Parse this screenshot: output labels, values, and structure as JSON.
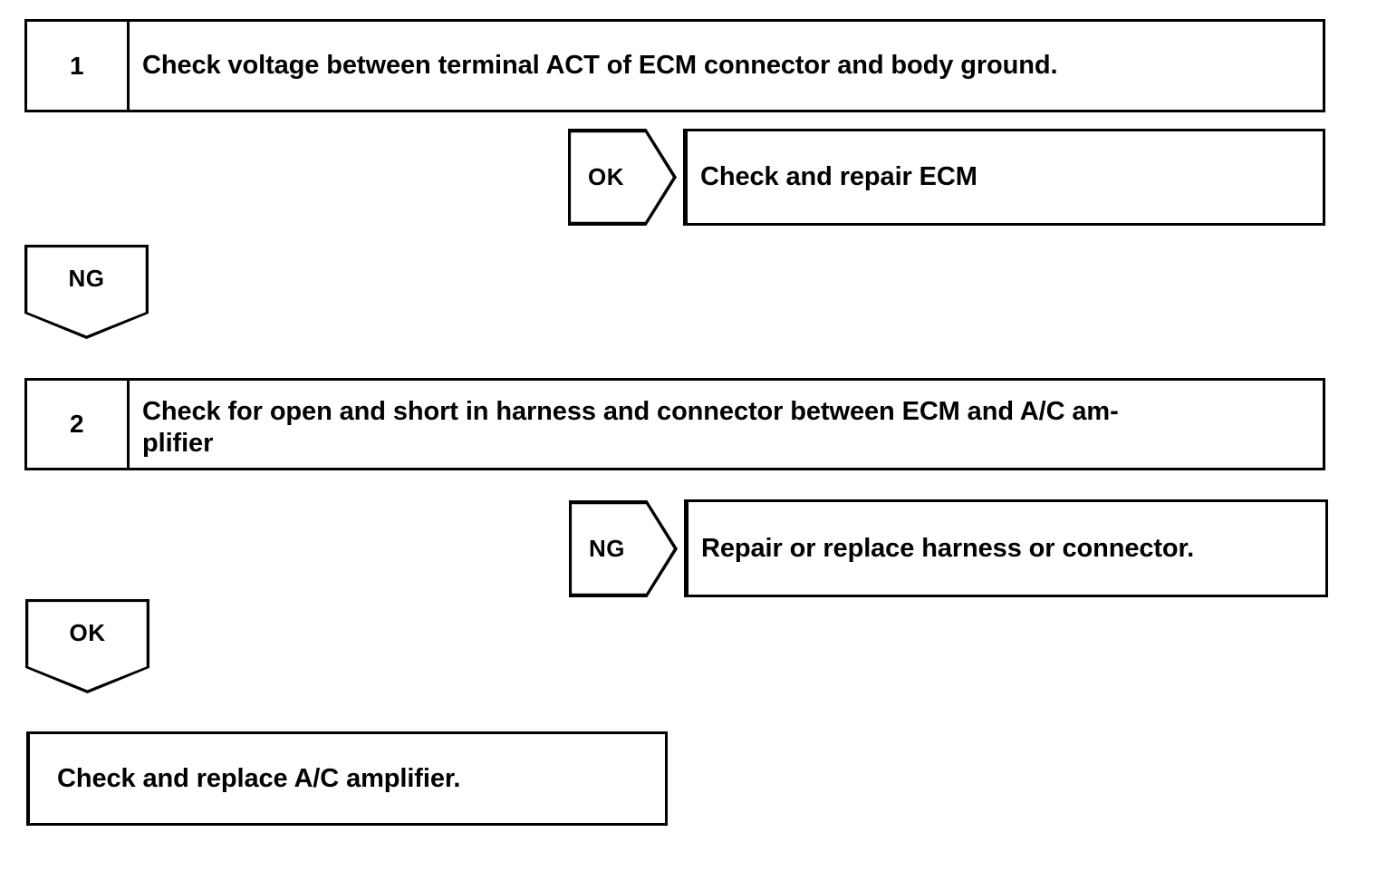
{
  "diagram": {
    "type": "troubleshooting-flowchart",
    "steps": [
      {
        "number": "1",
        "text": "Check voltage between terminal ACT of ECM connector and body ground."
      },
      {
        "number": "2",
        "line1": "Check for open and short in harness and connector between ECM and A/C am-",
        "line2": "plifier",
        "text": "Check for open and short in harness and connector between ECM and A/C amplifier"
      }
    ],
    "judgements": {
      "step1_ok": "OK",
      "step1_ng": "NG",
      "step2_ng": "NG",
      "step2_ok": "OK"
    },
    "results": {
      "step1_ok_result": "Check and repair ECM",
      "step2_ng_result": "Repair or replace harness or connector.",
      "final_result": "Check and replace A/C amplifier."
    },
    "colors": {
      "line": "#000000",
      "background": "#ffffff",
      "text": "#000000"
    }
  }
}
